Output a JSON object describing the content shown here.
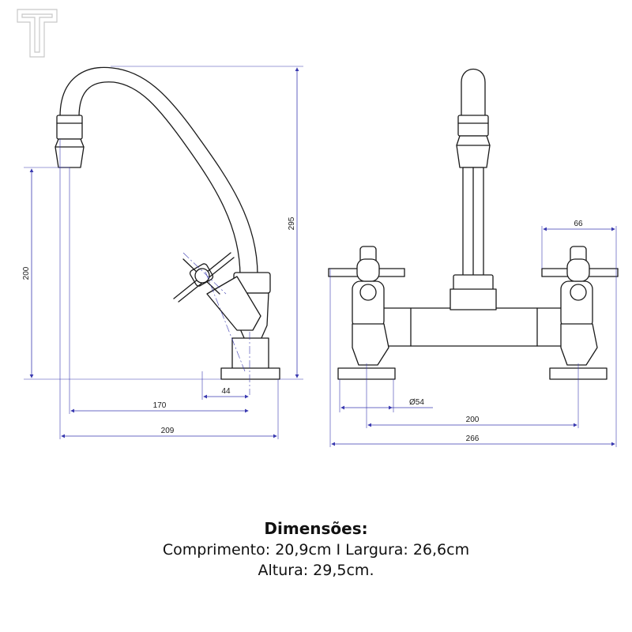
{
  "logo": {
    "icon": "brand-t-logo-icon"
  },
  "drawing": {
    "side_view": {
      "dimensions": {
        "height_total": "295",
        "spout_height": "200",
        "spout_reach": "170",
        "handle_offset": "44",
        "total_length": "209"
      }
    },
    "front_view": {
      "dimensions": {
        "handle_width": "66",
        "base_diameter": "Ø54",
        "center_distance": "200",
        "total_width": "266"
      }
    }
  },
  "caption": {
    "heading": "Dimensões:",
    "line1": "Comprimento: 20,9cm I Largura: 26,6cm",
    "line2": "Altura: 29,5cm."
  },
  "colors": {
    "outline": "#1a1a1a",
    "dimension_line": "#3a3ab0",
    "logo": "#c8c8c8",
    "background": "#ffffff"
  }
}
